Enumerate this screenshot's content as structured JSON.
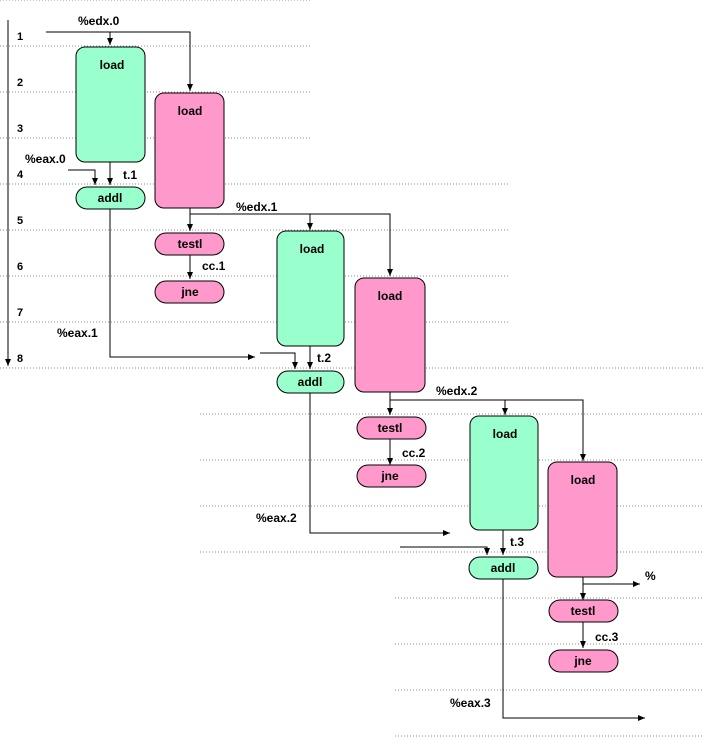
{
  "colors": {
    "load_green": "#99ffcc",
    "load_pink": "#ff99cc",
    "grid": "#888888",
    "line": "#000000"
  },
  "cycles": [
    "1",
    "2",
    "3",
    "4",
    "5",
    "6",
    "7",
    "8"
  ],
  "iterations": [
    {
      "edx_in": "%edx.0",
      "eax_in": "%eax.0",
      "t": "t.1",
      "cc": "cc.1",
      "eax_out": "%eax.1",
      "edx_out": "%edx.1",
      "ops": {
        "load1": "load",
        "load2": "load",
        "addl": "addl",
        "testl": "testl",
        "jne": "jne"
      }
    },
    {
      "t": "t.2",
      "cc": "cc.2",
      "eax_out": "%eax.2",
      "edx_out": "%edx.2",
      "ops": {
        "load1": "load",
        "load2": "load",
        "addl": "addl",
        "testl": "testl",
        "jne": "jne"
      }
    },
    {
      "t": "t.3",
      "cc": "cc.3",
      "eax_out": "%eax.3",
      "edx_out": "%",
      "ops": {
        "load1": "load",
        "load2": "load",
        "addl": "addl",
        "testl": "testl",
        "jne": "jne"
      }
    }
  ]
}
